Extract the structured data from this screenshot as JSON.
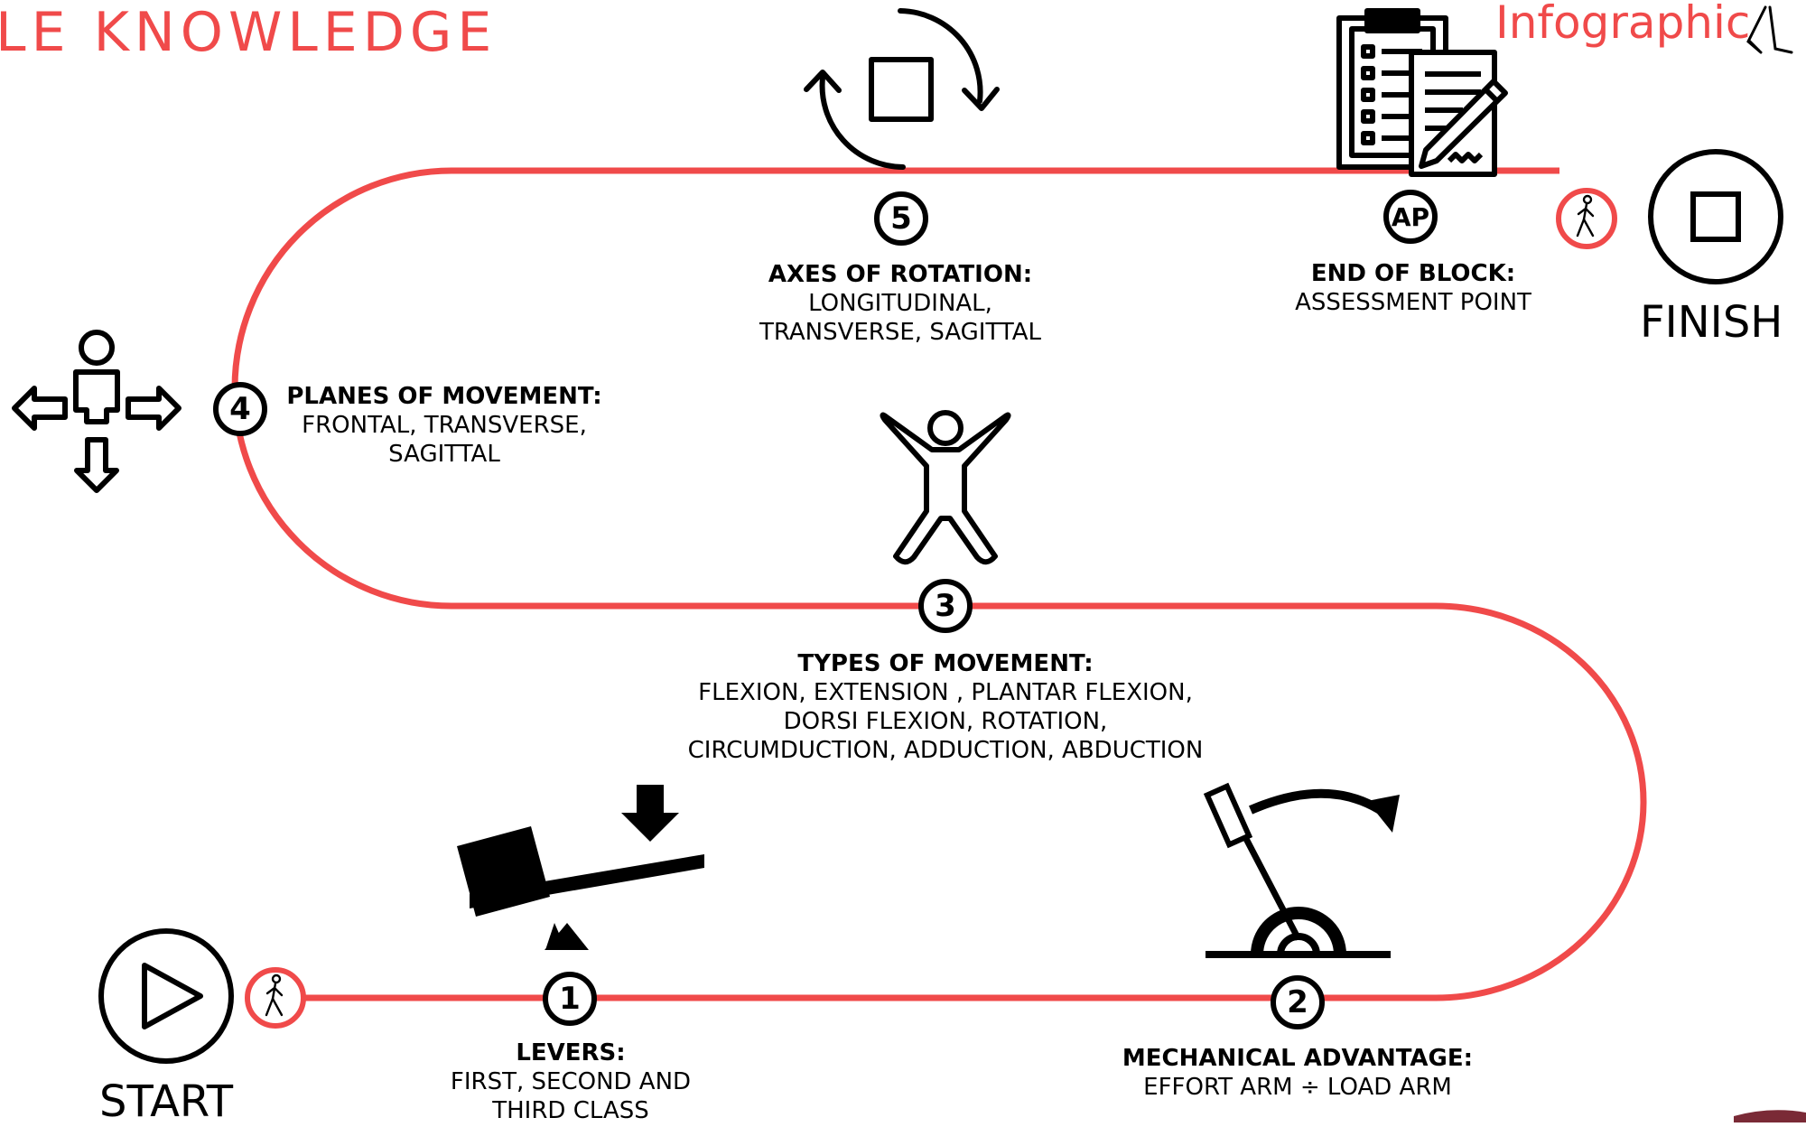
{
  "header": {
    "title": "BLE KNOWLEDGE",
    "brand": "Infographic"
  },
  "colors": {
    "path": "#f04a4a",
    "ink": "#000000"
  },
  "endpoints": {
    "start": "START",
    "finish": "FINISH"
  },
  "stops": [
    {
      "marker": "1",
      "title": "LEVERS:",
      "lines": [
        "FIRST, SECOND AND",
        "THIRD CLASS"
      ],
      "icon": "lever-icon"
    },
    {
      "marker": "2",
      "title": "MECHANICAL ADVANTAGE:",
      "lines": [
        "EFFORT ARM ÷ LOAD ARM"
      ],
      "icon": "joystick-icon"
    },
    {
      "marker": "3",
      "title": "TYPES OF MOVEMENT:",
      "lines": [
        "FLEXION, EXTENSION , PLANTAR FLEXION,",
        "DORSI FLEXION, ROTATION,",
        "CIRCUMDUCTION, ADDUCTION, ABDUCTION"
      ],
      "icon": "jumping-person-icon"
    },
    {
      "marker": "4",
      "title": "PLANES OF MOVEMENT:",
      "lines": [
        "FRONTAL, TRANSVERSE,",
        "SAGITTAL"
      ],
      "icon": "person-arrows-icon"
    },
    {
      "marker": "5",
      "title": "AXES OF ROTATION:",
      "lines": [
        "LONGITUDINAL,",
        "TRANSVERSE, SAGITTAL"
      ],
      "icon": "rotate-square-icon"
    },
    {
      "marker": "AP",
      "title": "END OF BLOCK:",
      "lines": [
        "ASSESSMENT POINT"
      ],
      "icon": "clipboard-icon"
    }
  ]
}
